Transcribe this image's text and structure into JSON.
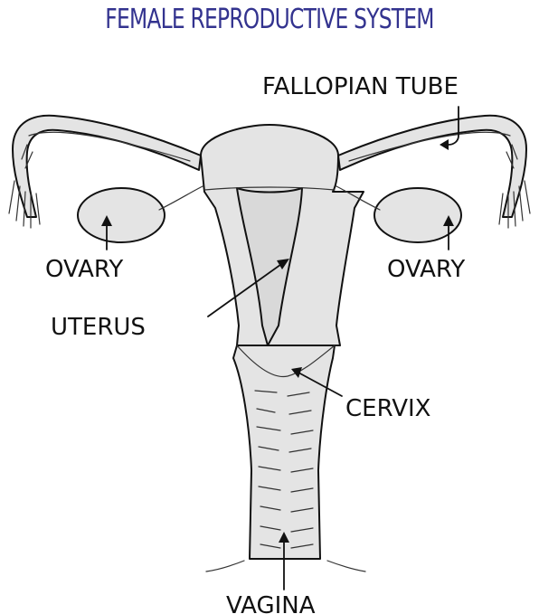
{
  "title": "FEMALE REPRODUCTIVE SYSTEM",
  "labels": {
    "fallopian_tube": "FALLOPIAN TUBE",
    "ovary_left": "OVARY",
    "ovary_right": "OVARY",
    "uterus": "UTERUS",
    "cervix": "CERVIX",
    "vagina": "VAGINA"
  },
  "colors": {
    "title": "#33338f",
    "organ_fill": "#e4e4e4",
    "line": "#111111"
  }
}
